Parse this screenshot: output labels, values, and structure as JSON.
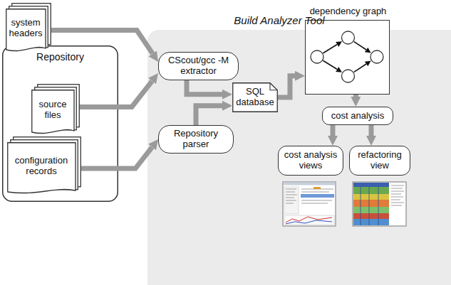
{
  "diagram": {
    "nodes": [
      {
        "text": [
          "system headers"
        ]
      },
      {
        "text": [
          "Repository"
        ]
      },
      {
        "text": [
          "source files"
        ],
        "in": 1
      },
      {
        "text": [
          "configuration records"
        ],
        "in": 1
      },
      {
        "text": [
          "Build Analyzer Tool"
        ]
      },
      {
        "text": [
          "CScout/gcc -M extractor"
        ],
        "in": 4
      },
      {
        "text": [
          "SQL database"
        ],
        "in": 4
      },
      {
        "text": [
          "Repository parser"
        ],
        "in": 4
      },
      {
        "text": [
          "dependency graph"
        ],
        "in": 4
      },
      {
        "text": [
          "cost analysis"
        ],
        "in": 4
      },
      {
        "text": [
          "cost analysis views"
        ],
        "in": 4
      },
      {
        "text": [
          "refactoring view"
        ],
        "in": 4
      }
    ],
    "edges": [
      {
        "from": 0,
        "to": 5,
        "arrow": "to"
      },
      {
        "from": 2,
        "to": 5,
        "arrow": "to"
      },
      {
        "from": 5,
        "to": 6,
        "arrow": "to"
      },
      {
        "from": 3,
        "to": 7,
        "arrow": "to"
      },
      {
        "from": 7,
        "to": 6,
        "arrow": "to"
      },
      {
        "from": 6,
        "to": 8,
        "arrow": "to"
      },
      {
        "from": 8,
        "to": 9,
        "arrow": "to"
      },
      {
        "from": 9,
        "to": 10,
        "arrow": "to"
      },
      {
        "from": 9,
        "to": 11,
        "arrow": "to"
      }
    ]
  }
}
